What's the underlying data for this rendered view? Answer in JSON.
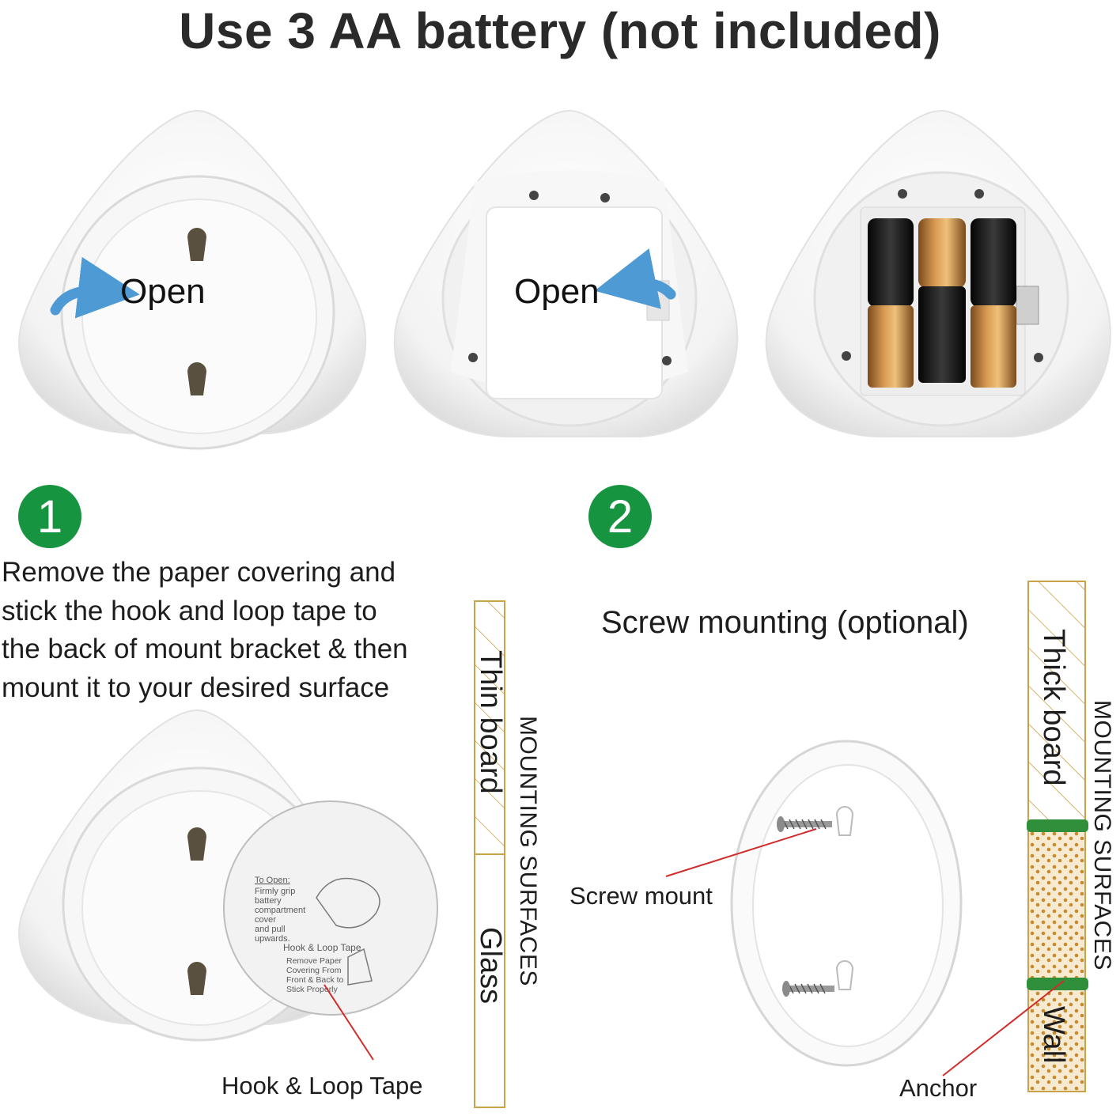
{
  "title": "Use 3 AA battery (not included)",
  "panels": {
    "open_label_1": "Open",
    "open_label_2": "Open"
  },
  "step1": {
    "number": "1",
    "lines": [
      "Remove the paper covering and",
      "stick the hook and loop tape to",
      "the back of mount bracket & then",
      "mount it to your desired surface"
    ],
    "tape_print": {
      "open_heading": "To Open:",
      "open_lines": [
        "Firmly grip",
        "battery",
        "compartment",
        "cover",
        "and pull",
        "upwards."
      ],
      "tape_heading": "Hook & Loop Tape",
      "tape_lines": [
        "Remove Paper",
        "Covering From",
        "Front & Back to",
        "Stick Properly"
      ]
    },
    "tape_callout": "Hook & Loop Tape",
    "surfaces": {
      "thin_board": "Thin board",
      "glass": "Glass",
      "mounting": "MOUNTING SURFACES"
    }
  },
  "step2": {
    "number": "2",
    "heading": "Screw mounting (optional)",
    "screw_callout": "Screw mount",
    "anchor_callout": "Anchor",
    "surfaces": {
      "thick_board": "Thick board",
      "wall": "Wall",
      "mounting": "MOUNTING SURFACES"
    }
  },
  "colors": {
    "badge_green": "#17943f",
    "arrow_blue": "#4e9ad4",
    "board_hatch": "#c9a24a",
    "wall_fill": "#f4e6c8",
    "wall_dots": "#c98a2e",
    "anchor_green": "#2f8f3a",
    "callout_line": "#d22b2b"
  }
}
